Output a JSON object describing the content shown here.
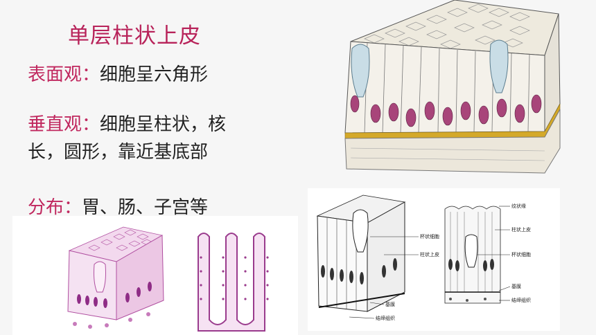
{
  "slide": {
    "title": "单层柱状上皮",
    "surface": {
      "label": "表面观：",
      "text": "细胞呈六角形"
    },
    "vertical": {
      "label": "垂直观：",
      "text_line1": "细胞呈柱状，核",
      "text_line2": "长，圆形，靠近基底部"
    },
    "distribution": {
      "label": "分布：",
      "text": "胃、肠、子宫等"
    }
  },
  "figures": {
    "diagram_labels": {
      "goblet_cell": "杯状细胞",
      "columnar_epithelium": "柱状上皮",
      "basement_membrane": "基膜",
      "connective_tissue": "结缔组织",
      "striated_border": "纹状缘",
      "columnar_epithelium_2": "柱状上皮",
      "goblet_cell_2": "杯状细胞",
      "basement_membrane_2": "基膜",
      "connective_tissue_2": "结缔组织"
    }
  },
  "colors": {
    "title": "#b8235a",
    "label": "#c0275e",
    "text": "#222222",
    "nucleus": "#a8457a",
    "basement": "#d4a92a"
  }
}
